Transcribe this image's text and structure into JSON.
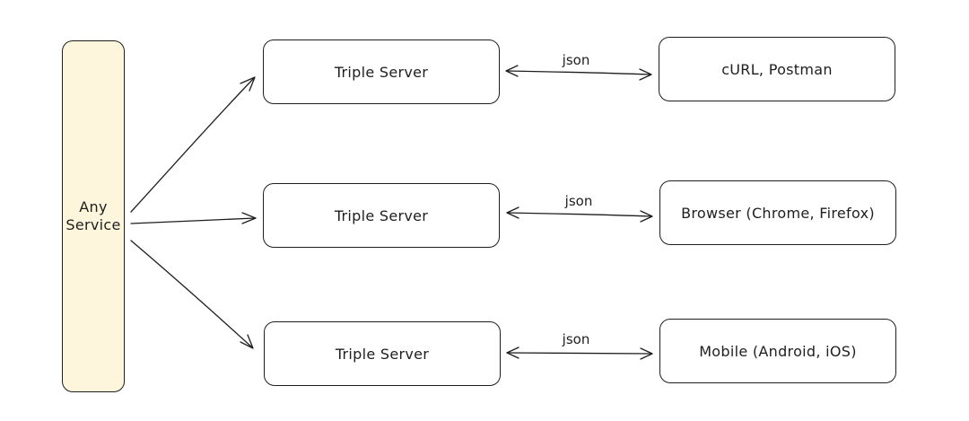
{
  "service": {
    "line1": "Any",
    "line2": "Service"
  },
  "rows": [
    {
      "server": "Triple Server",
      "edge": "json",
      "client": "cURL, Postman"
    },
    {
      "server": "Triple Server",
      "edge": "json",
      "client": "Browser (Chrome, Firefox)"
    },
    {
      "server": "Triple Server",
      "edge": "json",
      "client": "Mobile (Android, iOS)"
    }
  ],
  "colors": {
    "stroke": "#1e1e1e",
    "service_fill": "#fdf6dc",
    "background": "#ffffff"
  }
}
